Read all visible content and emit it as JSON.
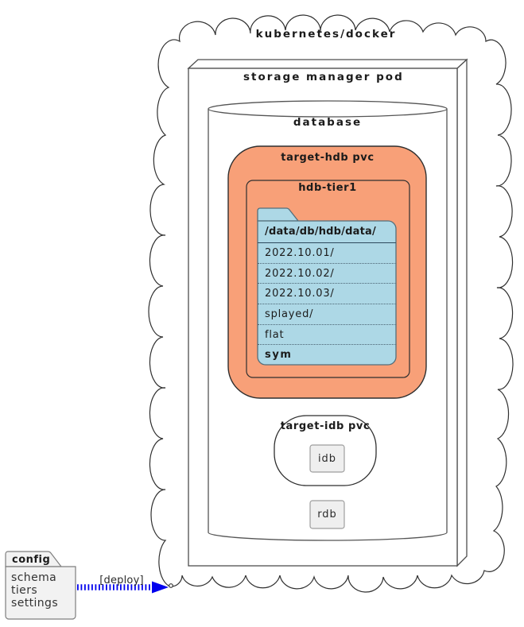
{
  "diagram": {
    "cloud": {
      "label": "kubernetes/docker"
    },
    "pod": {
      "label": "storage manager pod"
    },
    "database": {
      "label": "database"
    },
    "hdb_pvc": {
      "label": "target-hdb pvc",
      "tier": {
        "label": "hdb-tier1",
        "folder": {
          "header": "/data/db/hdb/data/",
          "rows": [
            "2022.10.01/",
            "2022.10.02/",
            "2022.10.03/",
            "splayed/",
            "flat",
            "sym"
          ]
        }
      }
    },
    "idb_pvc": {
      "label": "target-idb pvc",
      "component": {
        "label": "idb"
      }
    },
    "rdb": {
      "label": "rdb"
    },
    "config": {
      "label": "config",
      "lines": [
        "schema",
        "tiers",
        "settings"
      ]
    },
    "deploy": {
      "label": "[deploy]"
    },
    "colors": {
      "pvc_fill": "#F8A078",
      "folder_fill": "#ADD8E6",
      "component_fill": "#EFEFEF",
      "config_fill": "#F2F2F2",
      "arrow": "#0000EE"
    }
  }
}
